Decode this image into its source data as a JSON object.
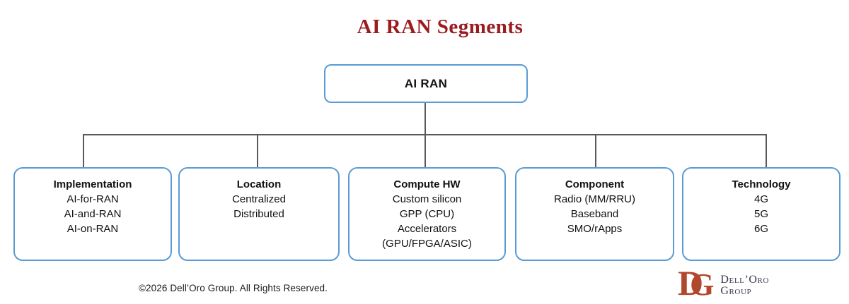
{
  "title": "AI RAN Segments",
  "root": {
    "label": "AI RAN"
  },
  "segments": [
    {
      "header": "Implementation",
      "items": [
        "AI-for-RAN",
        "AI-and-RAN",
        "AI-on-RAN"
      ]
    },
    {
      "header": "Location",
      "items": [
        "Centralized",
        "Distributed"
      ]
    },
    {
      "header": "Compute HW",
      "items": [
        "Custom silicon",
        "GPP (CPU)",
        "Accelerators",
        "(GPU/FPGA/ASIC)"
      ]
    },
    {
      "header": "Component",
      "items": [
        "Radio (MM/RRU)",
        "Baseband",
        "SMO/rApps"
      ]
    },
    {
      "header": "Technology",
      "items": [
        "4G",
        "5G",
        "6G"
      ]
    }
  ],
  "footer": {
    "copyright": "©2026 Dell’Oro Group. All Rights Reserved."
  },
  "logo": {
    "monogram_d": "D",
    "monogram_g": "G",
    "name_line1": "Dell’Oro",
    "name_line2": "Group"
  },
  "colors": {
    "title_red": "#9B1B1E",
    "box_border": "#5B9BD5",
    "connector": "#595959",
    "text": "#111111",
    "logo_rust": "#B1482C",
    "logo_text": "#3A3A4A"
  }
}
